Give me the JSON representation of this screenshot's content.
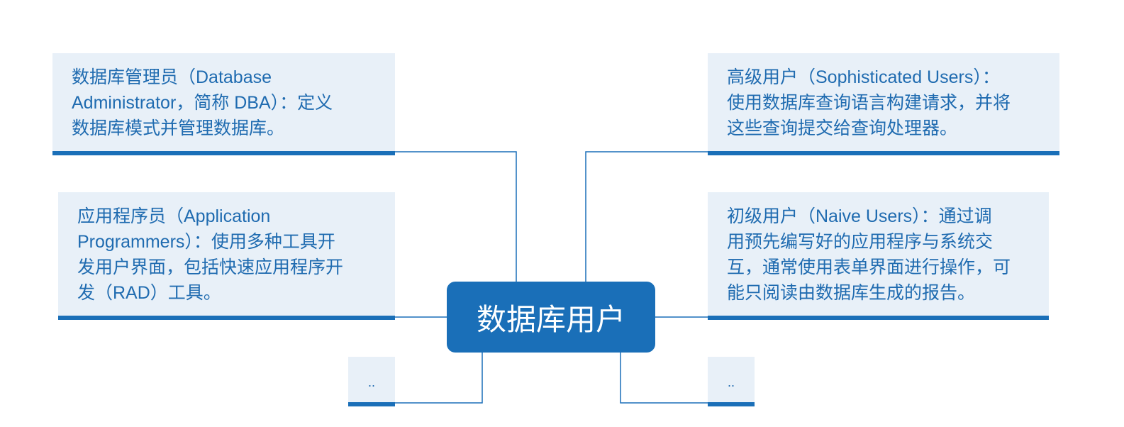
{
  "center": {
    "title": "数据库用户"
  },
  "cards": {
    "dba": "数据库管理员（Database\nAdministrator，简称 DBA）：定义\n数据库模式并管理数据库。",
    "app_programmers": "应用程序员（Application\nProgrammers）：使用多种工具开\n发用户界面，包括快速应用程序开\n发（RAD）工具。",
    "sophisticated": "高级用户（Sophisticated Users）：\n使用数据库查询语言构建请求，并将\n这些查询提交给查询处理器。",
    "naive": "初级用户（Naive Users）：通过调\n用预先编写好的应用程序与系统交\n互，通常使用表单界面进行操作，可\n能只阅读由数据库生成的报告。",
    "small_left": "..",
    "small_right": ".."
  },
  "colors": {
    "accent": "#1a6fb8",
    "card_bg": "#e8f0f8",
    "text": "#1f6bb0"
  }
}
